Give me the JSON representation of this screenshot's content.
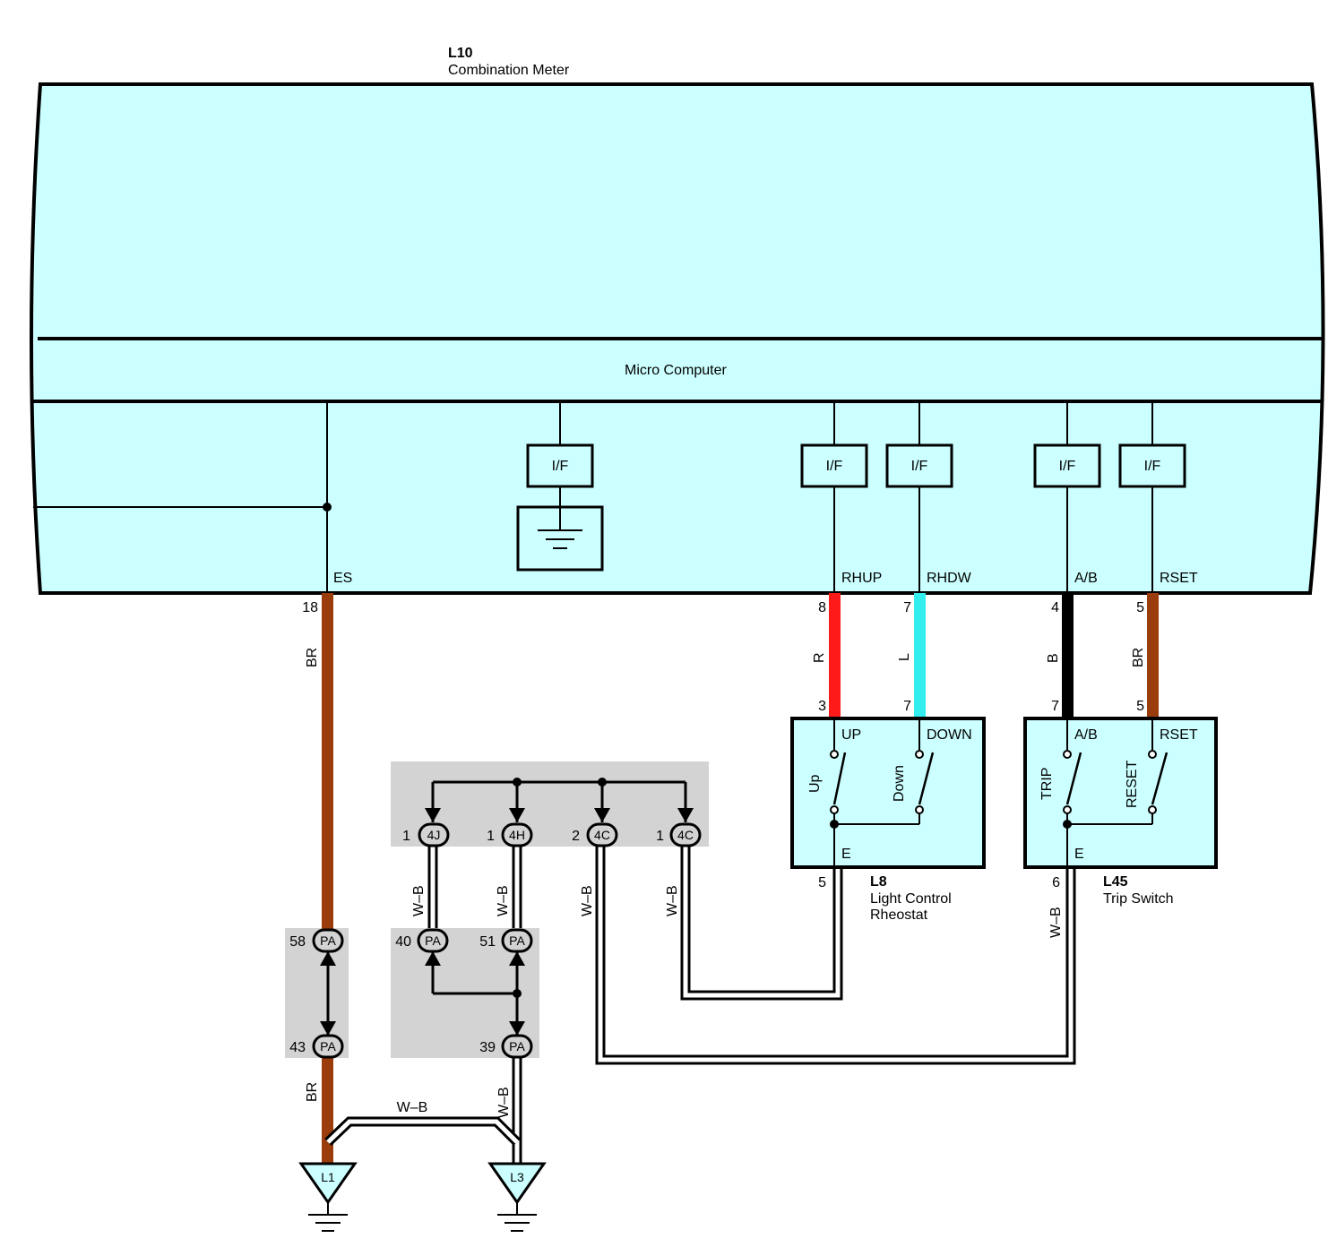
{
  "meter": {
    "code": "L10",
    "name": "Combination Meter",
    "section": "Micro Computer"
  },
  "interfaces": [
    "I/F",
    "I/F",
    "I/F",
    "I/F",
    "I/F"
  ],
  "terminals": {
    "es": "ES",
    "rhup": "RHUP",
    "rhdw": "RHDW",
    "ab": "A/B",
    "rset": "RSET"
  },
  "pins": {
    "es": "18",
    "rhup": "8",
    "rhdw": "7",
    "ab": "4",
    "rset": "5",
    "l8_up": "3",
    "l8_down": "7",
    "l8_e": "5",
    "l45_ab": "7",
    "l45_rset": "5",
    "l45_e": "6",
    "j4j": "1",
    "j4h": "1",
    "j4c_a": "2",
    "j4c_b": "1",
    "pa58": "58",
    "pa43": "43",
    "pa40": "40",
    "pa51": "51",
    "pa39": "39"
  },
  "connectors": {
    "c4j": "4J",
    "c4h": "4H",
    "c4c_a": "4C",
    "c4c_b": "4C",
    "pa": "PA"
  },
  "wires": {
    "es": "BR",
    "es_lower": "BR",
    "rhup": "R",
    "rhdw": "L",
    "ab": "B",
    "rset": "BR",
    "wb_4j": "W–B",
    "wb_4h": "W–B",
    "wb_4c_a": "W–B",
    "wb_4c_b": "W–B",
    "wb_l45": "W–B",
    "wb_l3": "W–B",
    "wb_ground_link": "W–B"
  },
  "colors": {
    "BR": "#9b3c0c",
    "R": "#ff1a1a",
    "L": "#33eeee",
    "B": "#000000",
    "W-B": "#ffffff",
    "body": "#ccffff",
    "splice": "#d3d3d3"
  },
  "rheostat": {
    "code": "L8",
    "name_line1": "Light Control",
    "name_line2": "Rheostat",
    "up": "UP",
    "down": "DOWN",
    "sw_up": "Up",
    "sw_down": "Down",
    "e": "E"
  },
  "trip_switch": {
    "code": "L45",
    "name": "Trip Switch",
    "ab": "A/B",
    "rset": "RSET",
    "sw_trip": "TRIP",
    "sw_reset": "RESET",
    "e": "E"
  },
  "grounds": {
    "l1": "L1",
    "l3": "L3"
  }
}
